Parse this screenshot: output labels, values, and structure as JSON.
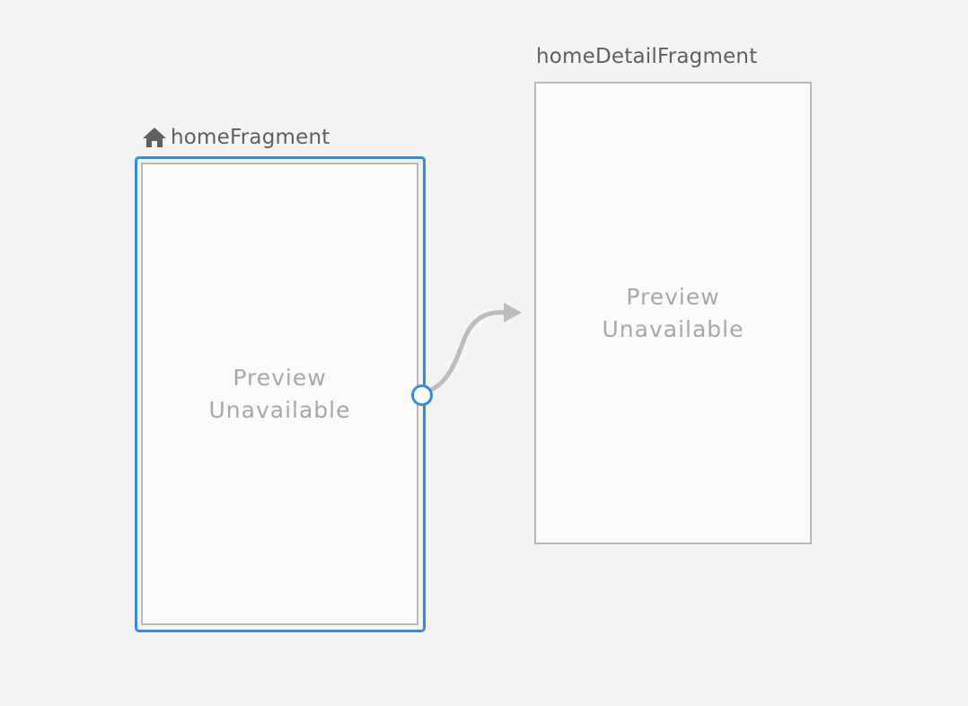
{
  "navigation_graph": {
    "destinations": [
      {
        "id": "homeFragment",
        "label": "homeFragment",
        "is_start_destination": true,
        "selected": true,
        "preview_text": "Preview Unavailable"
      },
      {
        "id": "homeDetailFragment",
        "label": "homeDetailFragment",
        "is_start_destination": false,
        "selected": false,
        "preview_text": "Preview Unavailable"
      }
    ],
    "actions": [
      {
        "from": "homeFragment",
        "to": "homeDetailFragment"
      }
    ]
  },
  "icons": {
    "start_destination": "home-icon"
  },
  "colors": {
    "canvas_background": "#f4f4f4",
    "selection_accent": "#2f8de8",
    "screen_border": "#b9b9b9",
    "action_arrow": "#bdbdbd",
    "label_text": "#5f5f5f",
    "preview_text": "#a8a8a8"
  }
}
